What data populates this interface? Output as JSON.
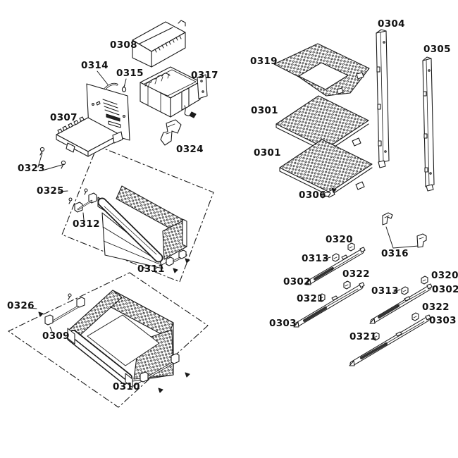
{
  "diagram": {
    "background_color": "#ffffff",
    "line_color": "#1a1a1a",
    "labels": [
      {
        "id": "0308",
        "text": "0308"
      },
      {
        "id": "0314",
        "text": "0314"
      },
      {
        "id": "0315",
        "text": "0315"
      },
      {
        "id": "0317",
        "text": "0317"
      },
      {
        "id": "0307",
        "text": "0307"
      },
      {
        "id": "0324",
        "text": "0324"
      },
      {
        "id": "0323",
        "text": "0323"
      },
      {
        "id": "0325",
        "text": "0325"
      },
      {
        "id": "0312",
        "text": "0312"
      },
      {
        "id": "0311",
        "text": "0311"
      },
      {
        "id": "0326",
        "text": "0326"
      },
      {
        "id": "0309",
        "text": "0309"
      },
      {
        "id": "0310",
        "text": "0310"
      },
      {
        "id": "0319",
        "text": "0319"
      },
      {
        "id": "0301-upper",
        "text": "0301"
      },
      {
        "id": "0301-lower",
        "text": "0301"
      },
      {
        "id": "0304",
        "text": "0304"
      },
      {
        "id": "0305",
        "text": "0305"
      },
      {
        "id": "0306",
        "text": "0306"
      },
      {
        "id": "0316",
        "text": "0316"
      },
      {
        "id": "0320-left",
        "text": "0320"
      },
      {
        "id": "0313-left",
        "text": "0313"
      },
      {
        "id": "0302-left",
        "text": "0302"
      },
      {
        "id": "0322-left",
        "text": "0322"
      },
      {
        "id": "0321-left",
        "text": "0321"
      },
      {
        "id": "0303-left",
        "text": "0303"
      },
      {
        "id": "0320-right",
        "text": "0320"
      },
      {
        "id": "0313-right",
        "text": "0313"
      },
      {
        "id": "0302-right",
        "text": "0302"
      },
      {
        "id": "0322-right",
        "text": "0322"
      },
      {
        "id": "0303-right",
        "text": "0303"
      },
      {
        "id": "0321-right",
        "text": "0321"
      }
    ]
  }
}
